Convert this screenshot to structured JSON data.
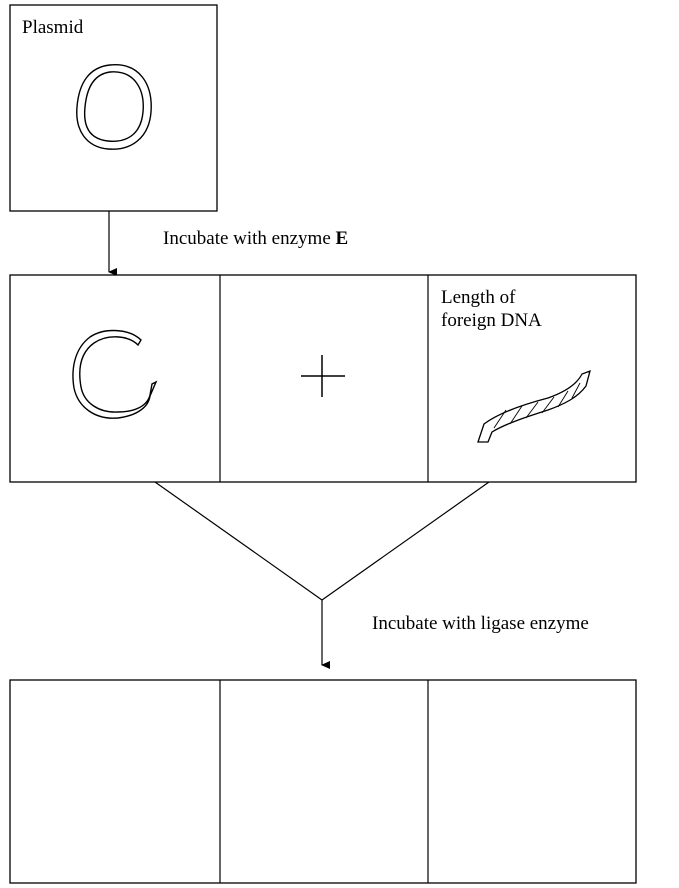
{
  "plasmid_label": "Plasmid",
  "step1": {
    "text": "Incubate with enzyme ",
    "enzyme": "E"
  },
  "plus_sign": "+",
  "foreign_dna": {
    "line1": "Length of",
    "line2": "foreign DNA"
  },
  "step2": "Incubate with ligase enzyme",
  "colors": {
    "stroke": "#000000",
    "background": "#ffffff"
  }
}
